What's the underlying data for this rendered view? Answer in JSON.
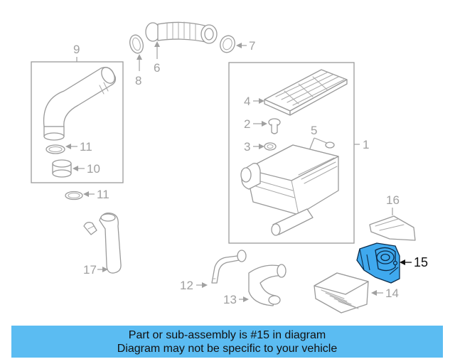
{
  "diagram": {
    "callouts": {
      "p1": "1",
      "p2": "2",
      "p3": "3",
      "p4": "4",
      "p5": "5",
      "p6": "6",
      "p7": "7",
      "p8": "8",
      "p9": "9",
      "p10": "10",
      "p11a": "11",
      "p11b": "11",
      "p12": "12",
      "p13": "13",
      "p14": "14",
      "p15": "15",
      "p16": "16",
      "p17": "17"
    },
    "highlighted_part": "15",
    "highlight_color": "#3fa9ee",
    "line_color": "#9a9a9a"
  },
  "banner": {
    "line1": "Part or sub-assembly is #15 in diagram",
    "line2": "Diagram may not be specific to your vehicle",
    "background": "#5bbcf2"
  }
}
